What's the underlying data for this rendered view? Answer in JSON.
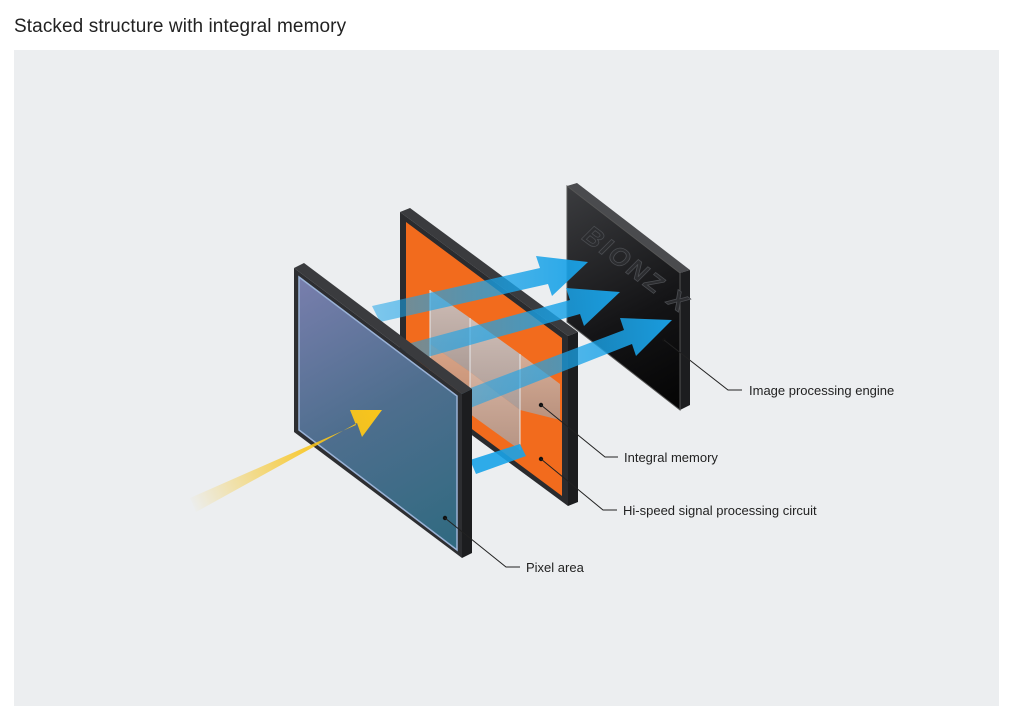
{
  "title": "Stacked structure with integral memory",
  "engine_logo_text": "BIONZ X",
  "labels": {
    "image_processing_engine": "Image processing engine",
    "integral_memory": "Integral memory",
    "hi_speed_circuit": "Hi-speed signal processing circuit",
    "pixel_area": "Pixel area"
  },
  "colors": {
    "panel_background": "#eceef0",
    "pixel_area": "#4f6f8c",
    "circuit_orange": "#f26b1d",
    "engine_black": "#111111",
    "light_arrow": "#f9c51c",
    "signal_arrow": "#1aa3e8"
  }
}
